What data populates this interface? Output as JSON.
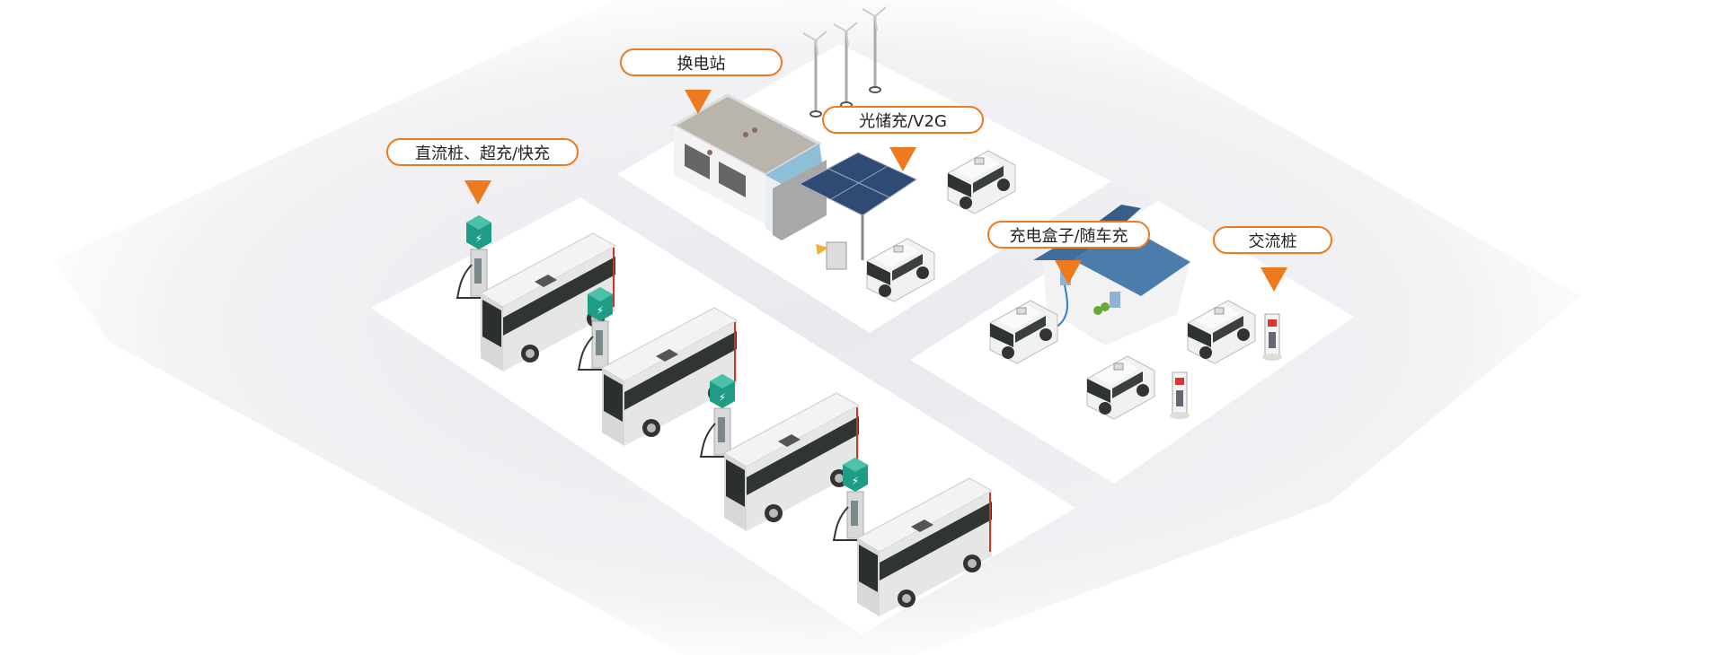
{
  "labels": {
    "swap_station": "换电站",
    "solar_storage_v2g": "光储充/V2G",
    "dc_fast_charging": "直流桩、超充/快充",
    "portable_charger": "充电盒子/随车充",
    "ac_charger": "交流桩"
  },
  "colors": {
    "accent": "#ee7a1f",
    "charger_teal": "#1e9c86",
    "roof_blue": "#3f6f9e",
    "solar_blue": "#2f4b73"
  }
}
